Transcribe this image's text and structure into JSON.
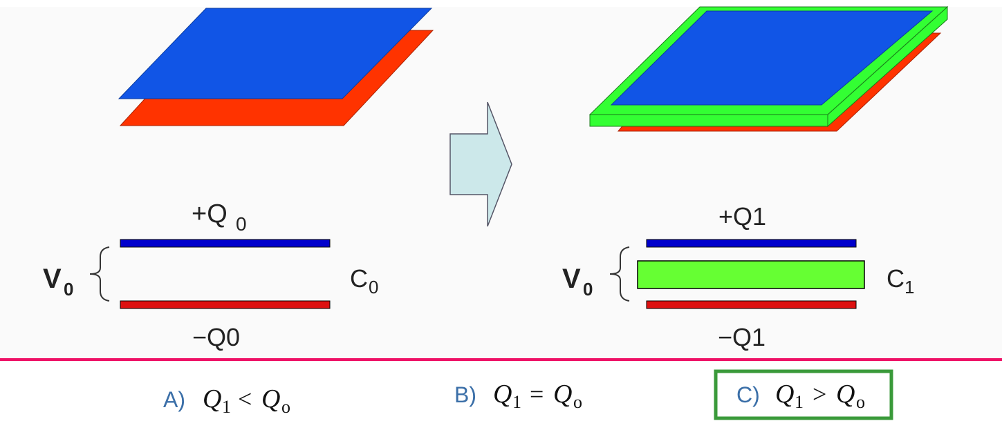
{
  "before": {
    "top_charge": "+Q",
    "top_charge_sub": "0",
    "bottom_charge": "−Q0",
    "voltage": "V",
    "voltage_sub": "0",
    "capacitance": "C",
    "capacitance_sub": "0"
  },
  "after": {
    "top_charge": "+Q1",
    "bottom_charge": "−Q1",
    "voltage": "V",
    "voltage_sub": "0",
    "capacitance": "C",
    "capacitance_sub": "1"
  },
  "options": [
    {
      "letter": "A)",
      "lhs": "Q",
      "lhs_sub": "1",
      "relation": "<",
      "rhs": "Q",
      "rhs_sub": "o",
      "selected": false
    },
    {
      "letter": "B)",
      "lhs": "Q",
      "lhs_sub": "1",
      "relation": "=",
      "rhs": "Q",
      "rhs_sub": "o",
      "selected": false
    },
    {
      "letter": "C)",
      "lhs": "Q",
      "lhs_sub": "1",
      "relation": ">",
      "rhs": "Q",
      "rhs_sub": "o",
      "selected": true
    }
  ],
  "colors": {
    "plate_top": "#1155e6",
    "plate_bottom": "#ff3300",
    "dielectric": "#33ff33",
    "schematic_top": "#0000cc",
    "schematic_bottom": "#dd1111",
    "schematic_dielectric": "#66ff33",
    "divider": "#ee1166",
    "arrow_fill": "#cce8ea",
    "selected_box": "#3a9a3a",
    "option_letter": "#3b6fa8"
  }
}
